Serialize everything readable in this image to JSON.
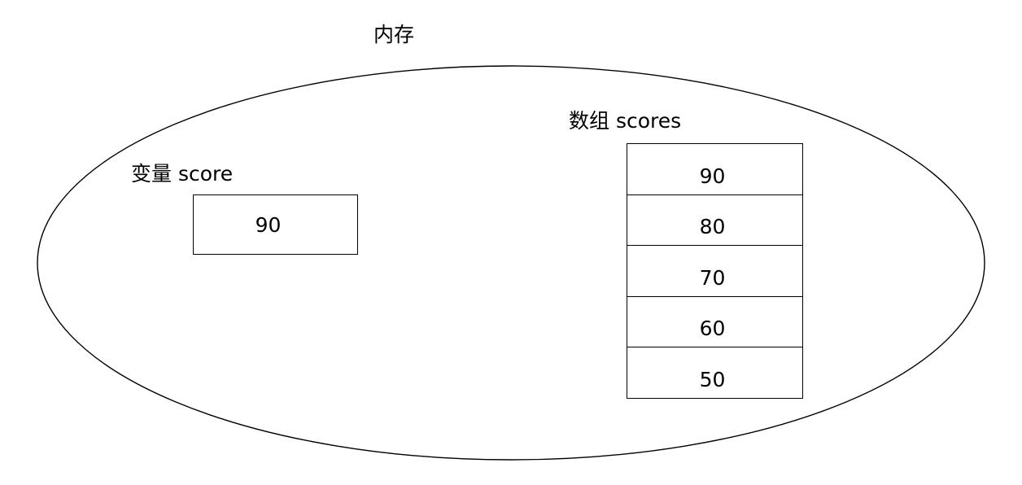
{
  "diagram": {
    "title": "内存",
    "ellipse": {
      "stroke_color": "#000000",
      "fill_color": "#ffffff"
    },
    "variable": {
      "label": "变量 score",
      "value": "90"
    },
    "array": {
      "label": "数组 scores",
      "cells": [
        {
          "value": "90"
        },
        {
          "value": "80"
        },
        {
          "value": "70"
        },
        {
          "value": "60"
        },
        {
          "value": "50"
        }
      ]
    }
  }
}
